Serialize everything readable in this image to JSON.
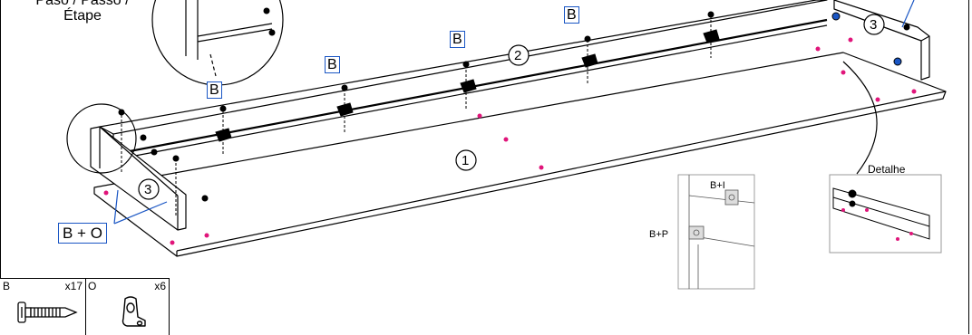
{
  "step_label": "Paso / Passo /\nÉtape",
  "step_label_line1": "Paso / Passo /",
  "step_label_line2": "Étape",
  "callouts": {
    "b_label": "B",
    "b_plus_o": "B + O",
    "num_1": "1",
    "num_2": "2",
    "num_3": "3"
  },
  "detail_inset": {
    "title": "Detalhe"
  },
  "hardware_inset": {
    "label_b_plus_i": "B+I",
    "label_b_plus_p": "B+P"
  },
  "parts": [
    {
      "code": "B",
      "qty": "x17",
      "icon": "screw-icon"
    },
    {
      "code": "O",
      "qty": "x6",
      "icon": "angle-bracket-icon"
    }
  ],
  "colors": {
    "callout_blue": "#1a56c4",
    "marker_magenta": "#e0157a",
    "line": "#000000"
  }
}
